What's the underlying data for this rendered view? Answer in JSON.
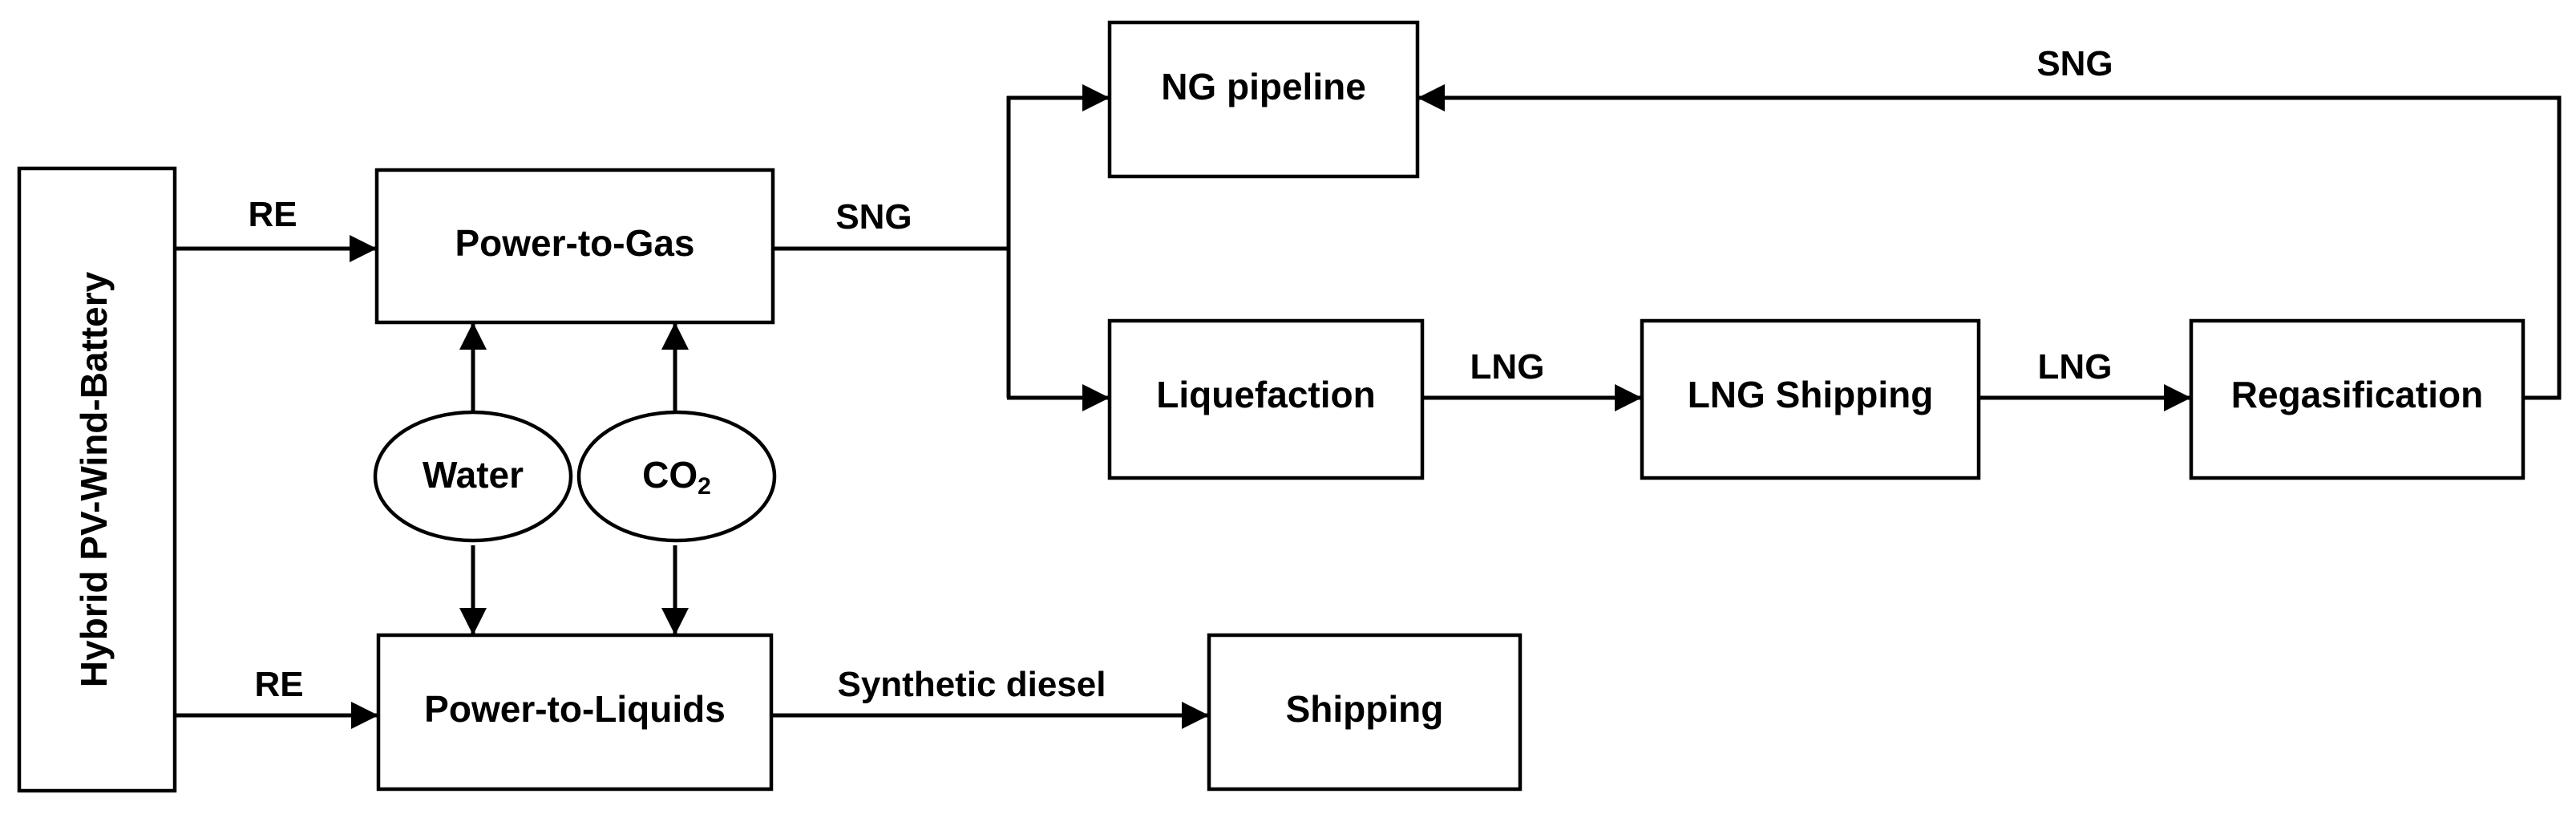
{
  "nodes": {
    "source": "Hybrid PV-Wind-Battery",
    "ptg": "Power-to-Gas",
    "ptl": "Power-to-Liquids",
    "water": "Water",
    "co2": "CO",
    "co2_sub": "2",
    "ng_pipeline": "NG pipeline",
    "liquefaction": "Liquefaction",
    "lng_shipping": "LNG Shipping",
    "regasification": "Regasification",
    "shipping": "Shipping"
  },
  "edges": {
    "re_top": "RE",
    "re_bottom": "RE",
    "sng_out": "SNG",
    "sng_return": "SNG",
    "lng_1": "LNG",
    "lng_2": "LNG",
    "diesel": "Synthetic diesel"
  }
}
